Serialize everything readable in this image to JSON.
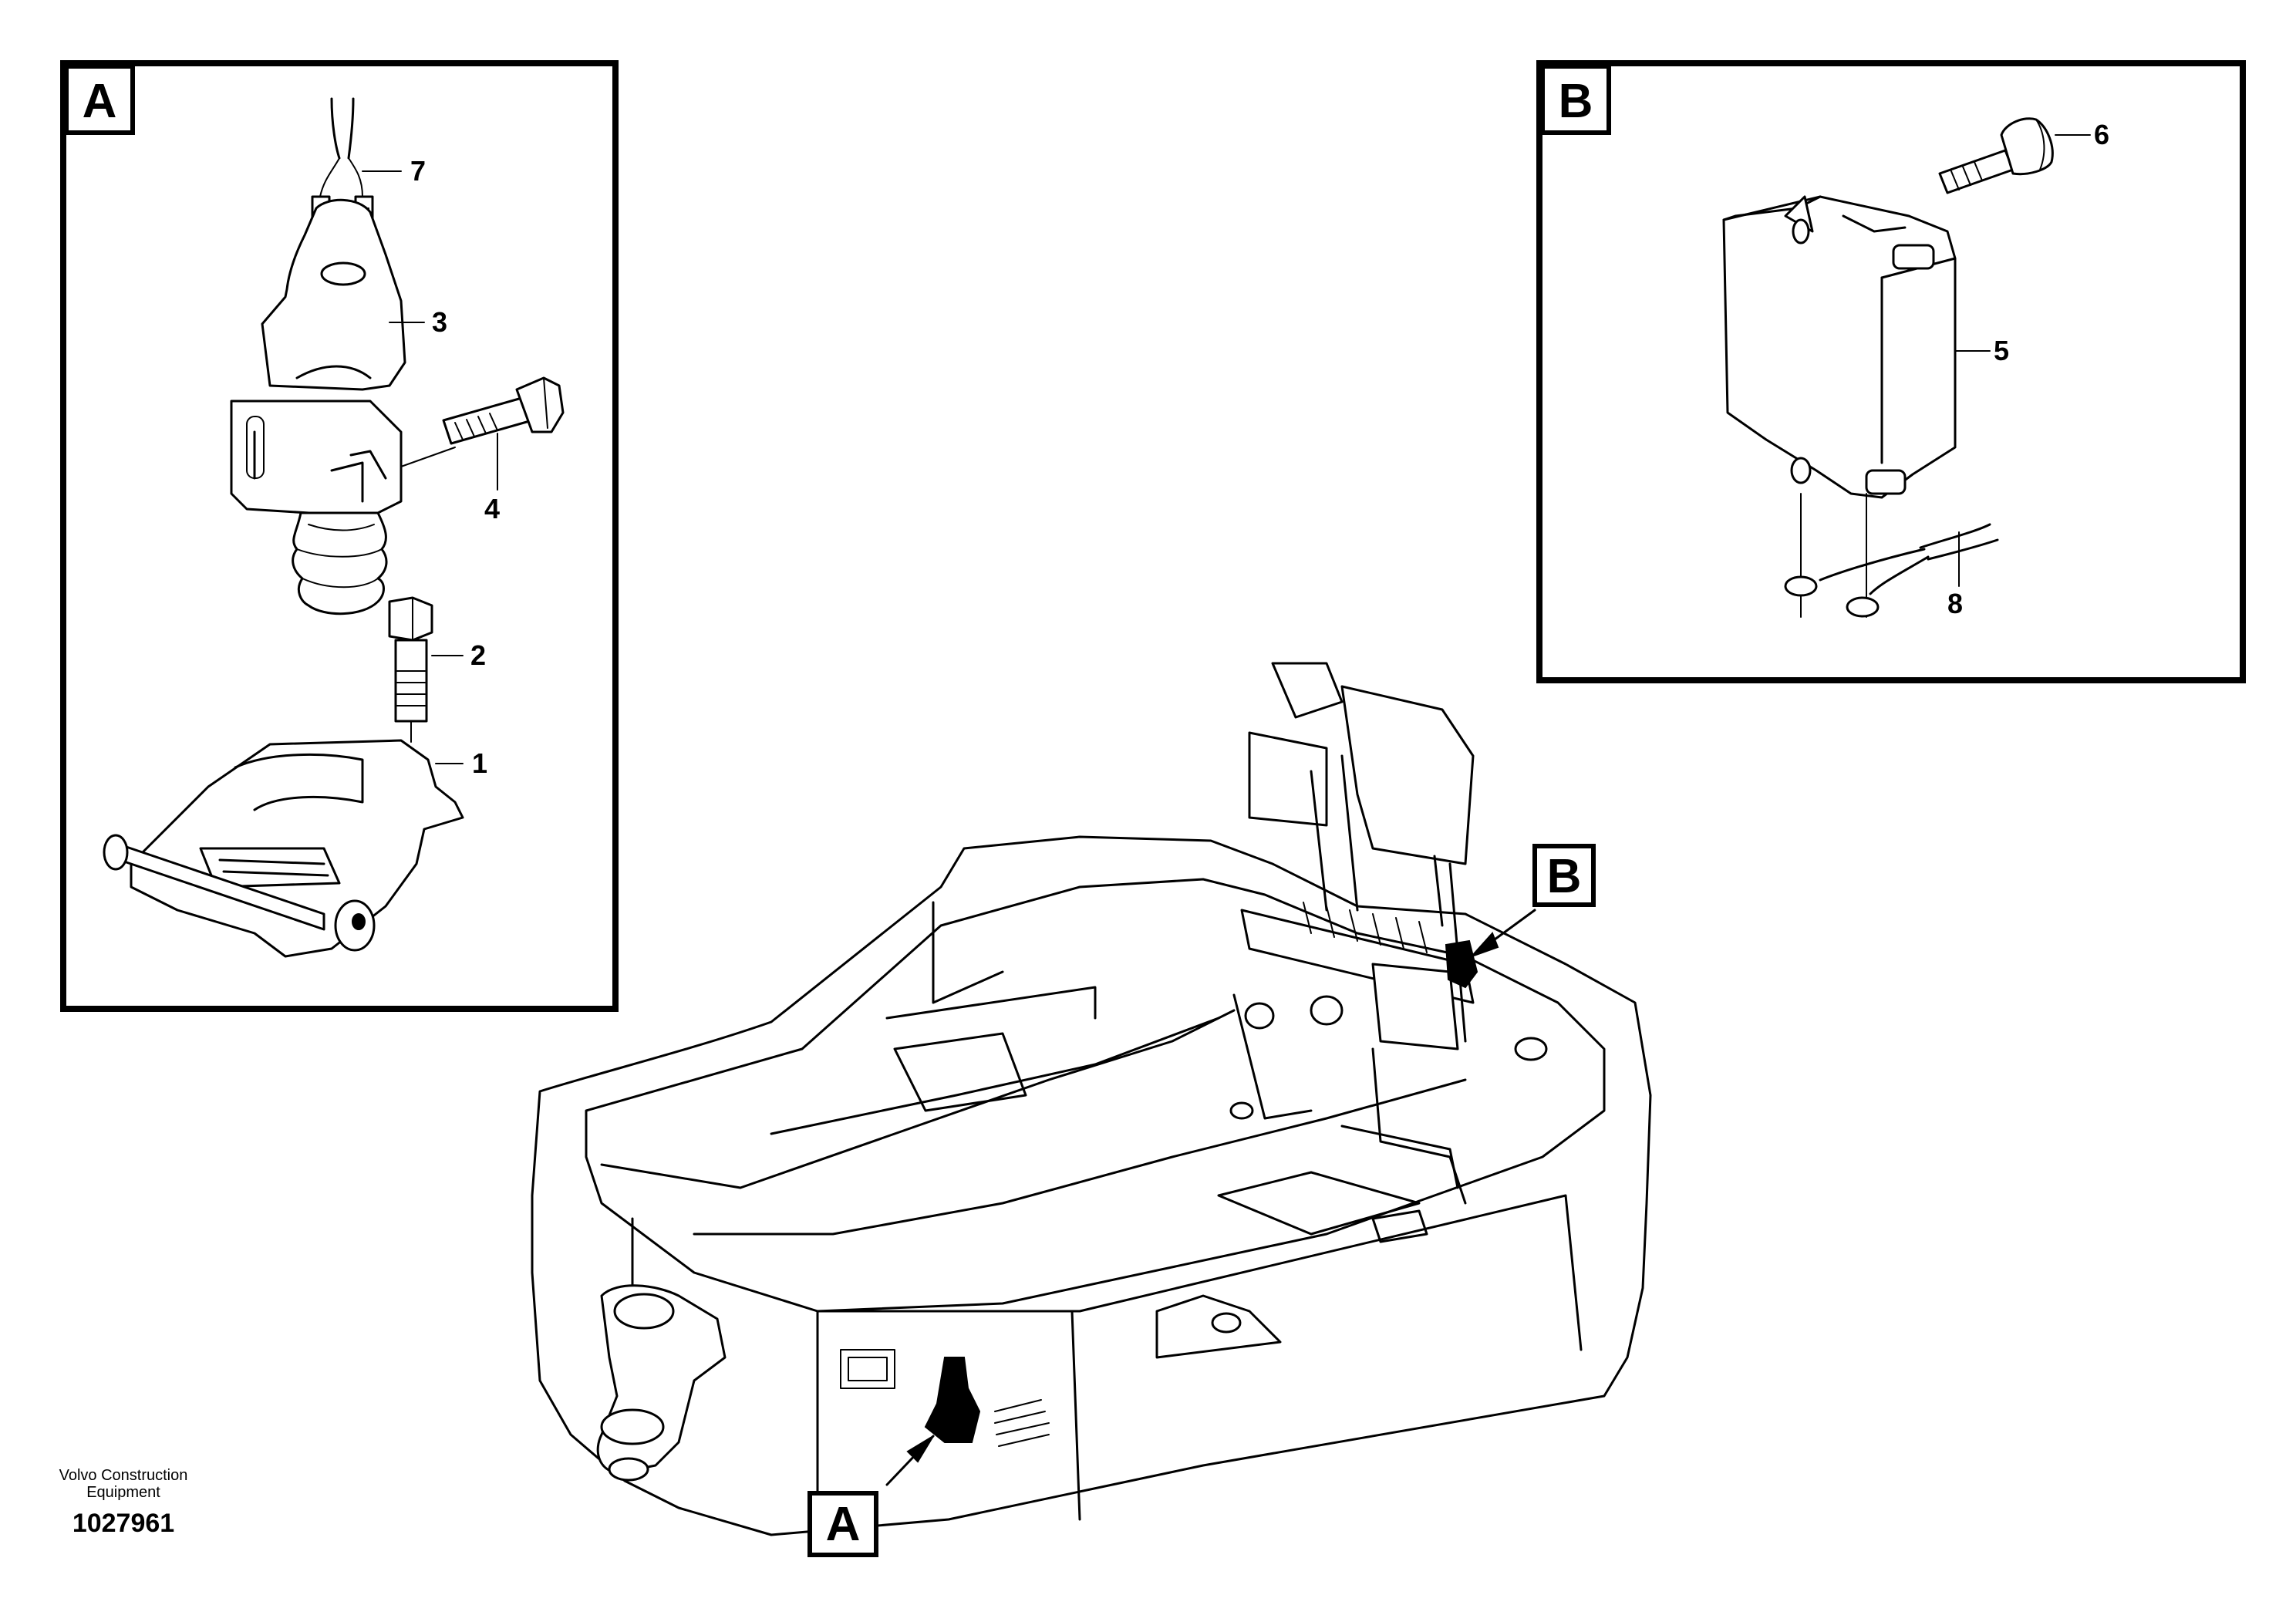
{
  "detail_a": {
    "label": "A",
    "callouts": [
      {
        "id": "1",
        "text": "1"
      },
      {
        "id": "2",
        "text": "2"
      },
      {
        "id": "3",
        "text": "3"
      },
      {
        "id": "4",
        "text": "4"
      },
      {
        "id": "7",
        "text": "7"
      }
    ]
  },
  "detail_b": {
    "label": "B",
    "callouts": [
      {
        "id": "5",
        "text": "5"
      },
      {
        "id": "6",
        "text": "6"
      },
      {
        "id": "8",
        "text": "8"
      }
    ]
  },
  "main_view": {
    "marker_a": "A",
    "marker_b": "B"
  },
  "footer": {
    "brand": "Volvo Construction Equipment",
    "document_number": "1027961"
  }
}
